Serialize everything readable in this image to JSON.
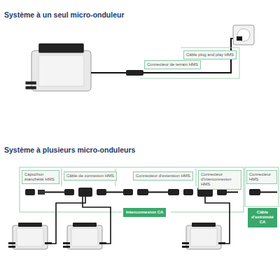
{
  "diagram": {
    "title": "Système à un seul micro-onduleur",
    "nodes": [
      {
        "text": [
          "Câble plug and play HMS"
        ]
      },
      {
        "text": [
          "Connecteur de terrain HMS"
        ]
      },
      {
        "text": [
          "Capuchon étanchéité HMS"
        ]
      },
      {
        "text": [
          "Câble de connexion HMS"
        ]
      },
      {
        "text": [
          "Connecteur d'extension HMS"
        ]
      },
      {
        "text": [
          "Connecteur d'interconnexion HMS"
        ]
      },
      {
        "text": [
          "Connecteur HMS"
        ]
      },
      {
        "text": [
          "Interconnexion CA"
        ]
      },
      {
        "text": [
          "Câble d'extrémité CA"
        ]
      }
    ],
    "labels": [
      "Système à plusieurs micro-onduleurs"
    ]
  }
}
